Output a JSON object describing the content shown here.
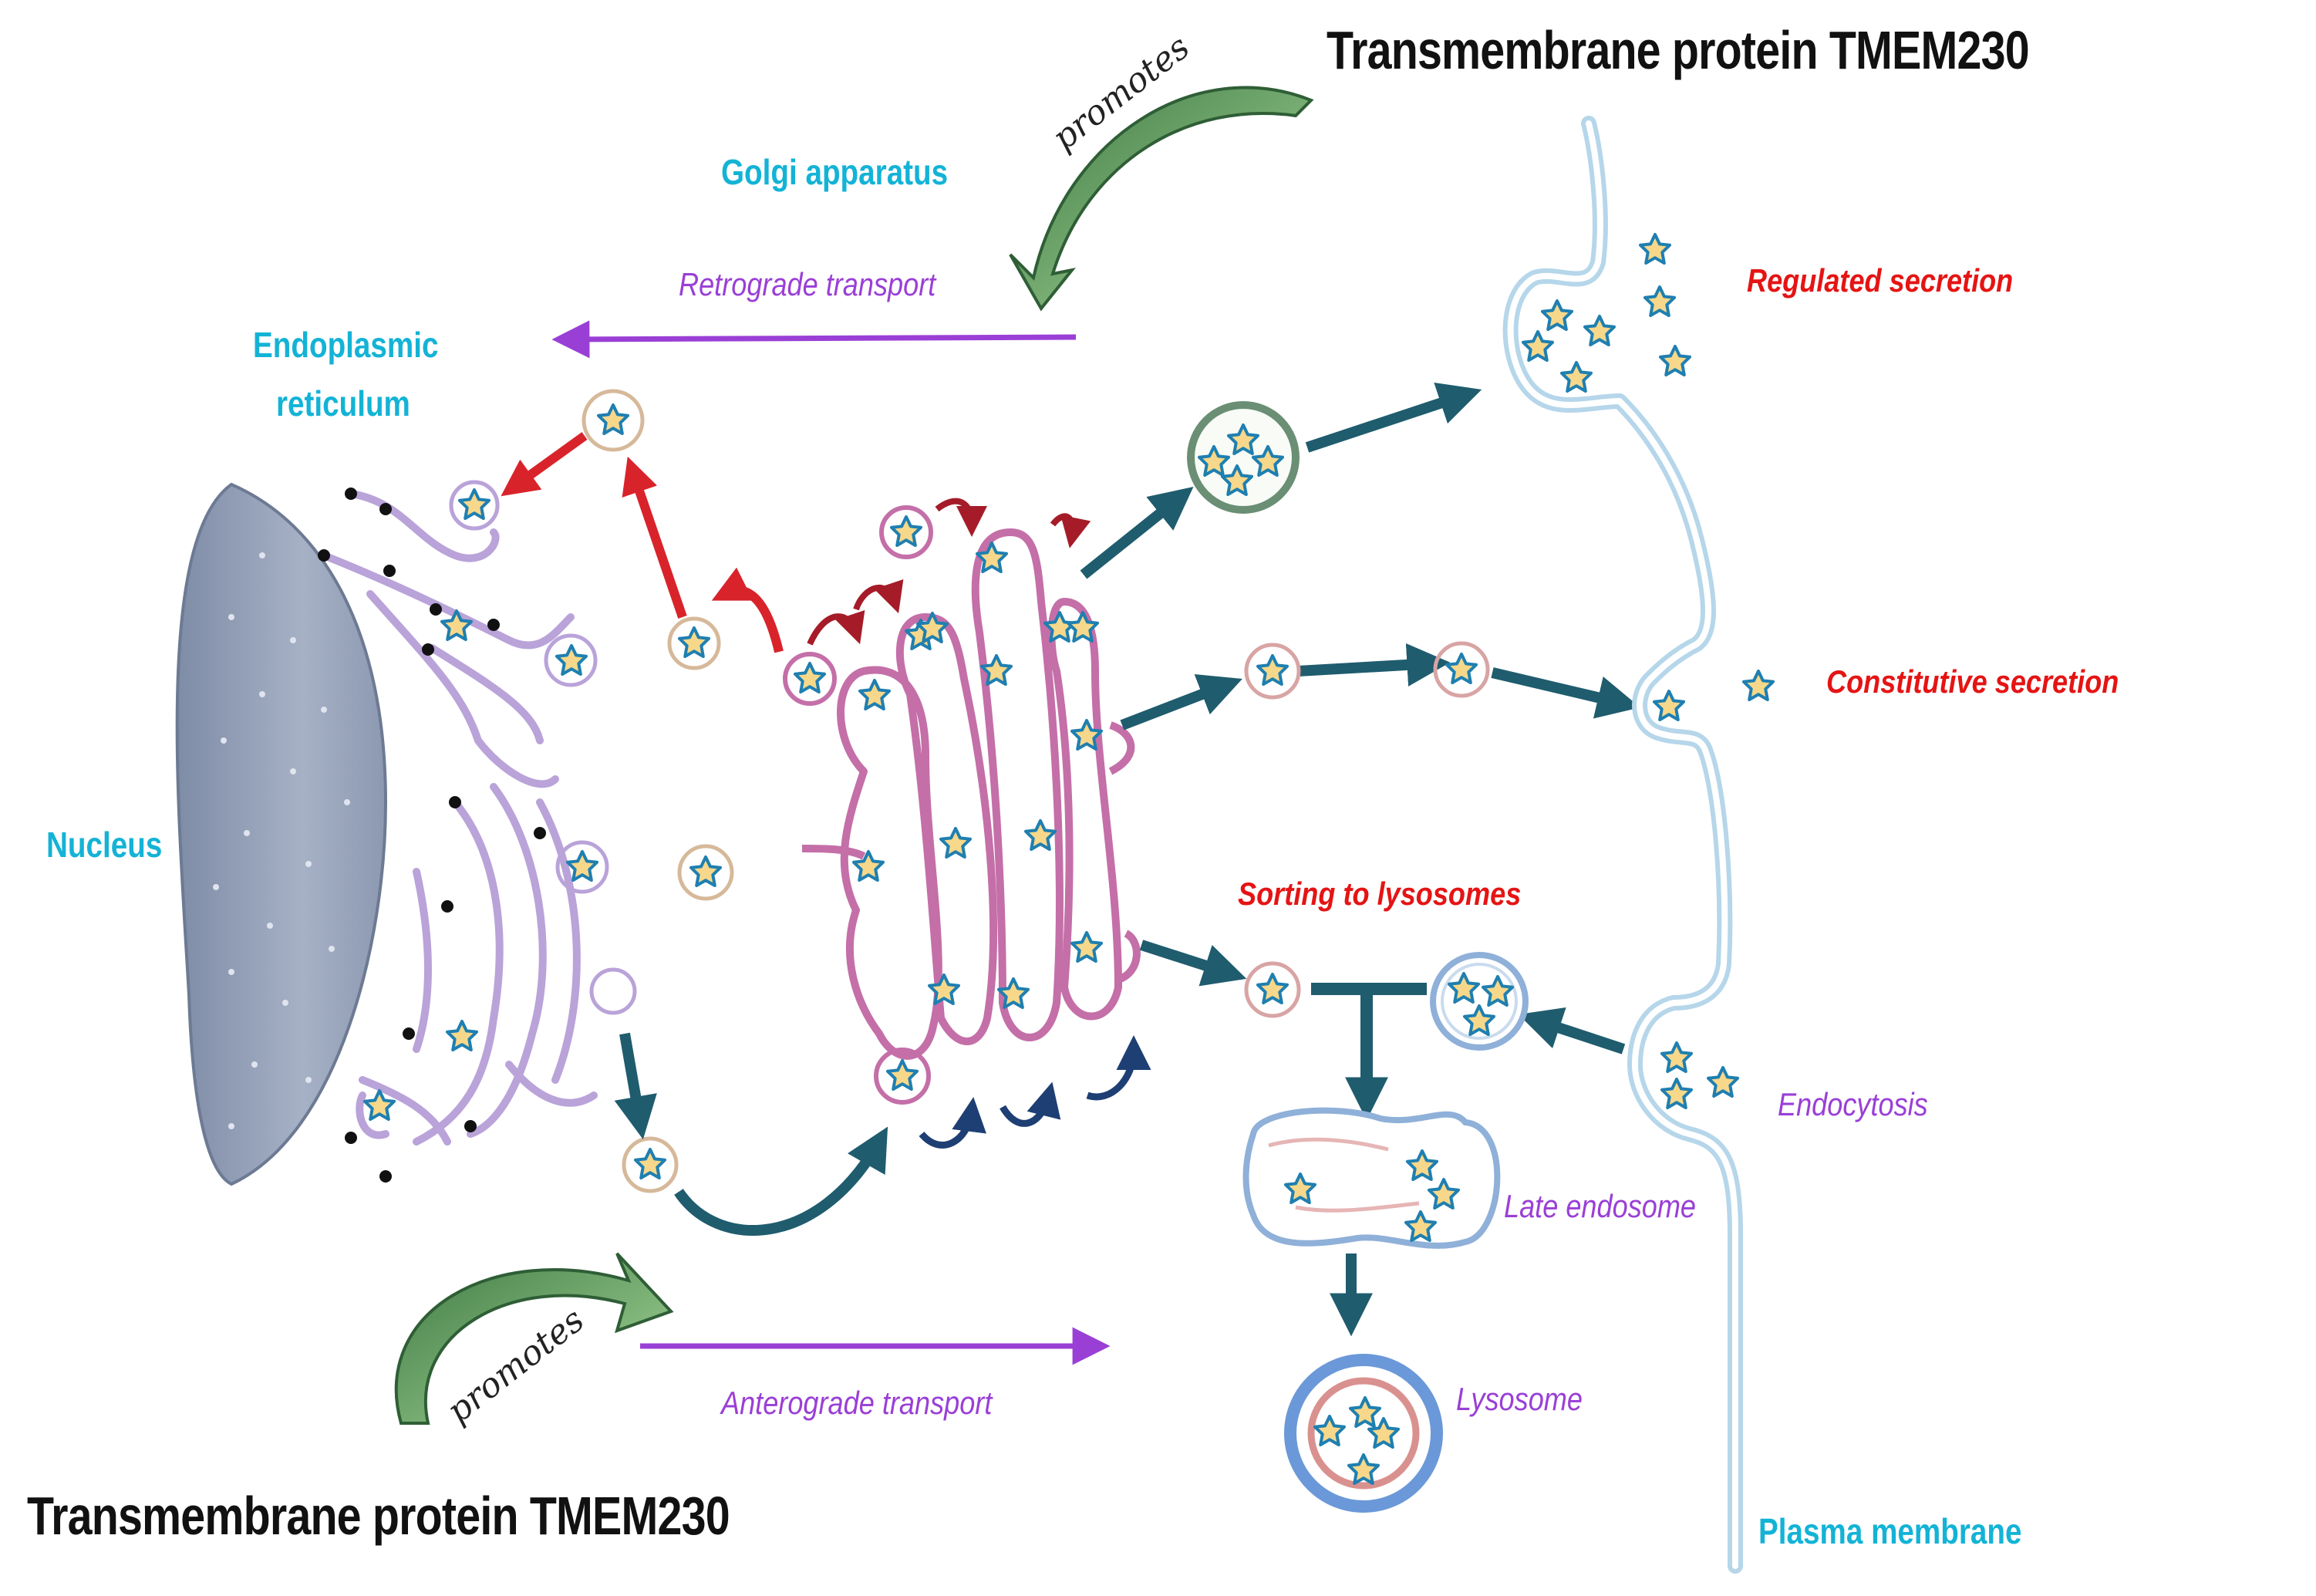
{
  "title_top": "Transmembrane protein TMEM230",
  "title_bottom": "Transmembrane protein TMEM230",
  "organelles": {
    "golgi": "Golgi apparatus",
    "er_line1": "Endoplasmic",
    "er_line2": "reticulum",
    "nucleus": "Nucleus",
    "plasma_membrane": "Plasma membrane"
  },
  "processes": {
    "retrograde": "Retrograde transport",
    "anterograde": "Anterograde transport",
    "regulated": "Regulated secretion",
    "constitutive": "Constitutive secretion",
    "sorting": "Sorting to lysosomes",
    "endocytosis": "Endocytosis",
    "late_endosome": "Late endosome",
    "lysosome": "Lysosome"
  },
  "promotes_top": "promotes",
  "promotes_bottom": "promotes",
  "colors": {
    "organelle_label": "#13b3d6",
    "process_red": "#e51414",
    "process_purple": "#9a3fd6",
    "teal_arrow": "#1f5c6e",
    "red_arrow": "#d9232b",
    "green_arrow": "#7cbf6e",
    "er_membrane": "#b9a3d9",
    "golgi_membrane": "#c46fa8",
    "plasma_membrane": "#b6d6ea",
    "nucleus": "#8e9bb4",
    "star_fill": "#f7d88a",
    "star_stroke": "#1f7fb0"
  },
  "icons": {
    "cargo": "star-cargo-icon",
    "vesicle": "vesicle-icon"
  }
}
